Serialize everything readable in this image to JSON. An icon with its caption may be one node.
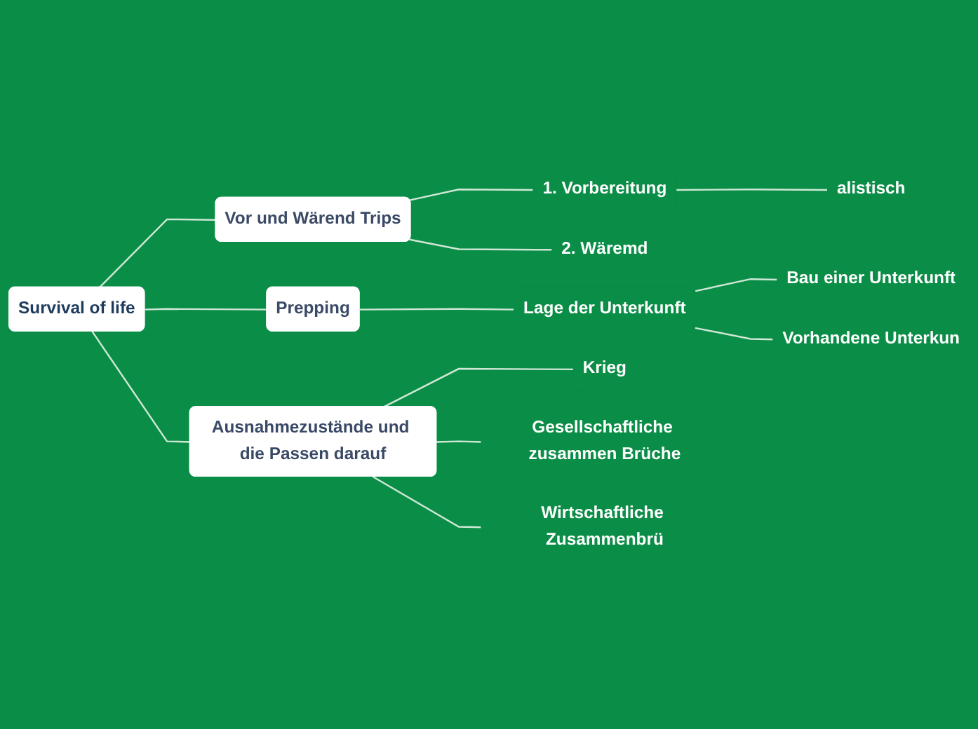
{
  "diagram": {
    "nodes": [
      {
        "text": [
          "Survival of life"
        ]
      },
      {
        "text": [
          "Vor und Wärend Trips"
        ]
      },
      {
        "text": [
          "1. Vorbereitung"
        ]
      },
      {
        "text": [
          "alistisch"
        ]
      },
      {
        "text": [
          "2. Wäremd"
        ]
      },
      {
        "text": [
          "Prepping"
        ]
      },
      {
        "text": [
          "Lage der Unterkunft"
        ]
      },
      {
        "text": [
          "Bau einer Unterkunft"
        ]
      },
      {
        "text": [
          "Vorhandene Unterkun"
        ]
      },
      {
        "text": [
          "Ausnahmezustände und die Passen darauf"
        ]
      },
      {
        "text": [
          "Krieg"
        ]
      },
      {
        "text": [
          "Gesellschaftliche zusammen Brüche"
        ]
      },
      {
        "text": [
          "Wirtschaftliche Zusammenbrü"
        ]
      }
    ],
    "edges": [
      {
        "from": 0,
        "to": 1,
        "arrow": "none"
      },
      {
        "from": 1,
        "to": 2,
        "arrow": "none"
      },
      {
        "from": 2,
        "to": 3,
        "arrow": "none"
      },
      {
        "from": 1,
        "to": 4,
        "arrow": "none"
      },
      {
        "from": 0,
        "to": 5,
        "arrow": "none"
      },
      {
        "from": 5,
        "to": 6,
        "arrow": "none"
      },
      {
        "from": 6,
        "to": 7,
        "arrow": "none"
      },
      {
        "from": 6,
        "to": 8,
        "arrow": "none"
      },
      {
        "from": 0,
        "to": 9,
        "arrow": "none"
      },
      {
        "from": 9,
        "to": 10,
        "arrow": "none"
      },
      {
        "from": 9,
        "to": 11,
        "arrow": "none"
      },
      {
        "from": 9,
        "to": 12,
        "arrow": "none"
      }
    ]
  }
}
